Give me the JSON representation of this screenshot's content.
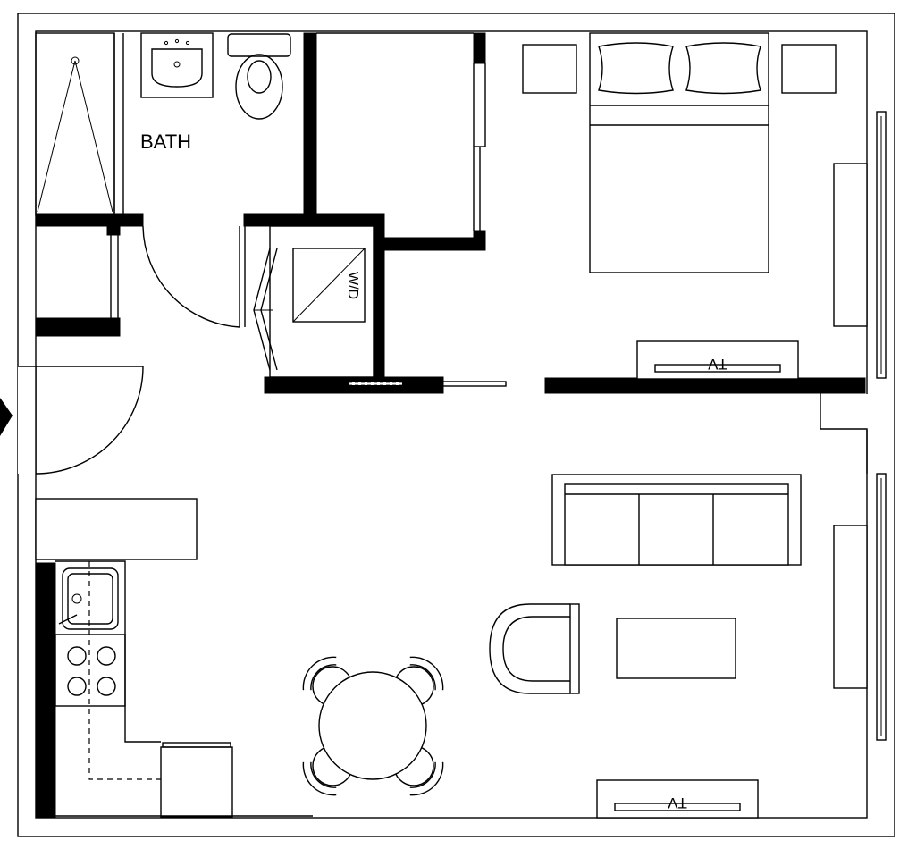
{
  "plan": {
    "rooms": {
      "bath": "BATH"
    },
    "labels": {
      "washer_dryer": "W/D",
      "tv_bedroom": "TV",
      "tv_living": "TV"
    },
    "icons": [
      "entry-arrow-icon",
      "shower-drain-icon",
      "faucet-icon"
    ],
    "colors": {
      "wall": "#000000",
      "background": "#ffffff"
    }
  }
}
